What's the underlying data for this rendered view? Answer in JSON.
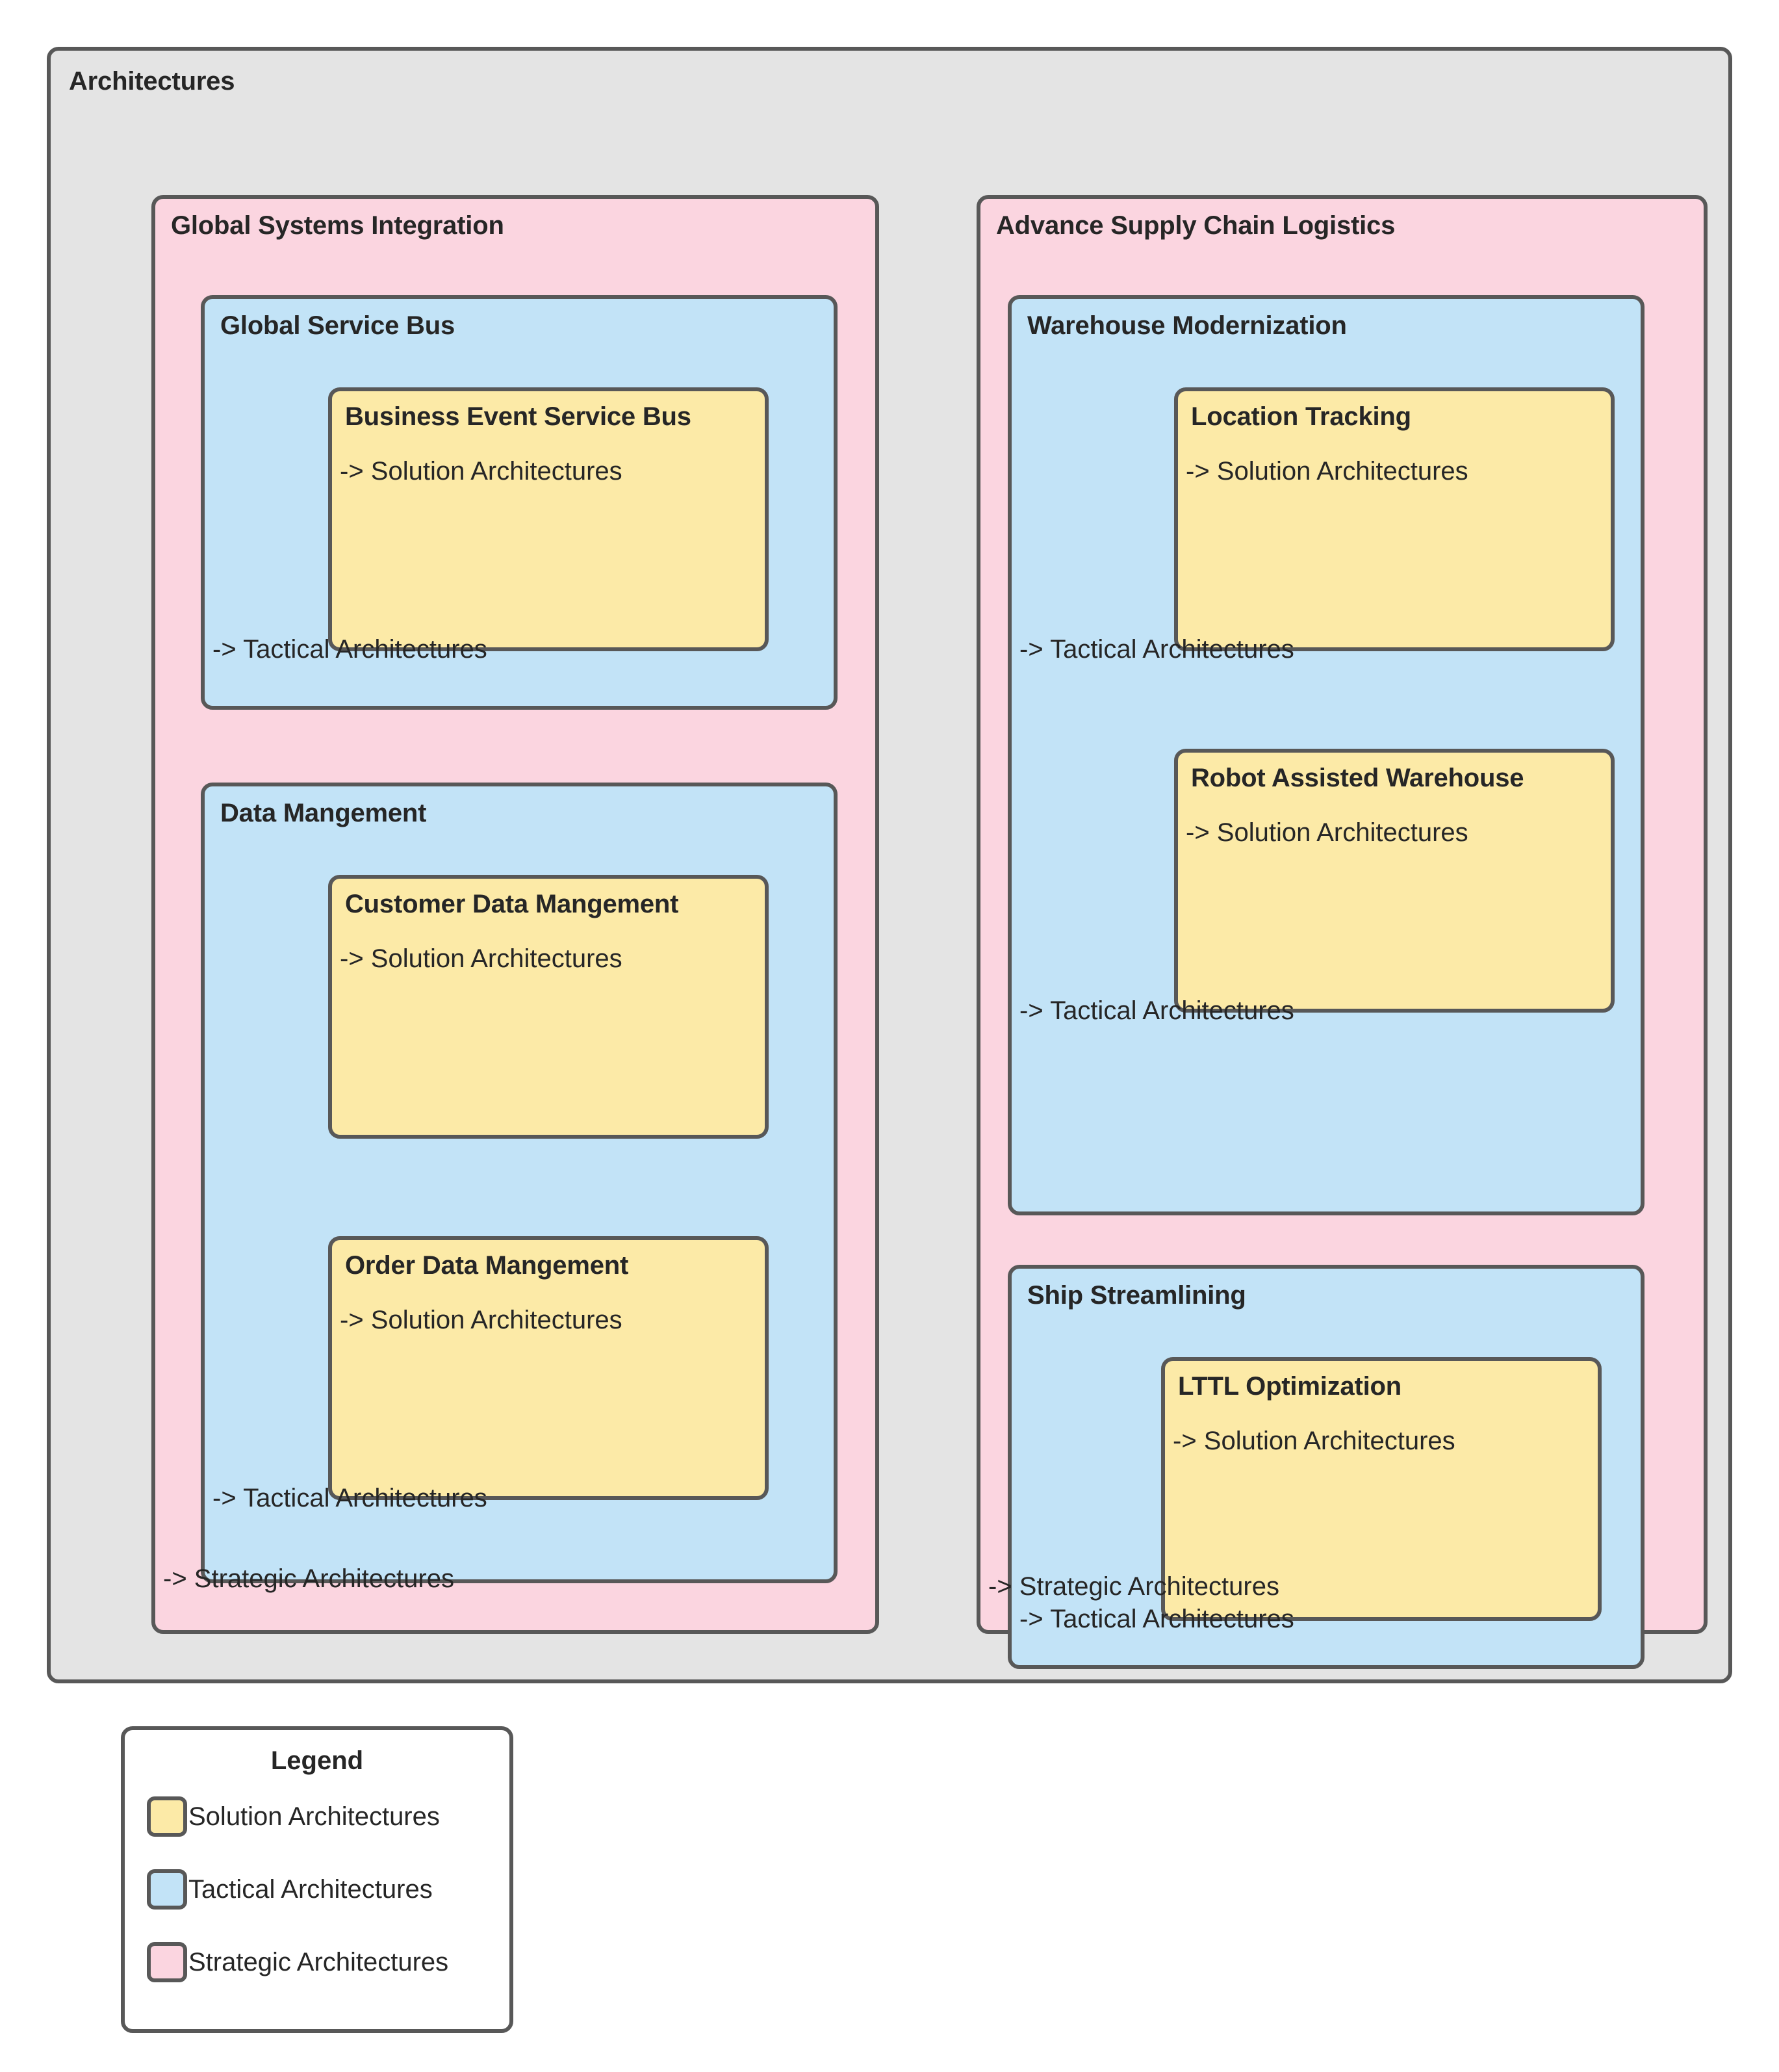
{
  "diagram": {
    "root": {
      "title": "Architectures",
      "fill": "#E4E4E4"
    },
    "relations": {
      "solution": "-> Solution Architectures",
      "tactical": "-> Tactical Architectures",
      "strategic": "-> Strategic Architectures"
    },
    "colors": {
      "solution_fill": "#FCEAA7",
      "tactical_fill": "#C2E3F7",
      "strategic_fill": "#FBD5E0",
      "root_fill": "#E4E4E4",
      "border": "#585858",
      "text": "#262626"
    },
    "strategic_groups": [
      {
        "id": "gsi",
        "title": "Global Systems Integration",
        "relation": "-> Strategic Architectures",
        "tactical_groups": [
          {
            "id": "gsb",
            "title": "Global Service Bus",
            "solutions": [
              {
                "id": "besb",
                "title": "Business Event Service Bus",
                "relation": "-> Solution Architectures"
              }
            ],
            "relations": [
              "-> Tactical Architectures"
            ]
          },
          {
            "id": "dm",
            "title": "Data Mangement",
            "solutions": [
              {
                "id": "cdm",
                "title": "Customer Data Mangement",
                "relation": "-> Solution Architectures"
              },
              {
                "id": "odm",
                "title": "Order Data Mangement",
                "relation": "-> Solution Architectures"
              }
            ],
            "relations": [
              "-> Tactical Architectures"
            ]
          }
        ]
      },
      {
        "id": "ascl",
        "title": "Advance Supply Chain Logistics",
        "relation": "-> Strategic Architectures",
        "tactical_groups": [
          {
            "id": "wm",
            "title": "Warehouse Modernization",
            "solutions": [
              {
                "id": "lt",
                "title": "Location Tracking",
                "relation": "-> Solution Architectures"
              },
              {
                "id": "raw",
                "title": "Robot Assisted Warehouse",
                "relation": "-> Solution Architectures"
              }
            ],
            "relations": [
              "-> Tactical Architectures",
              "-> Tactical Architectures"
            ]
          },
          {
            "id": "ss",
            "title": "Ship Streamlining",
            "solutions": [
              {
                "id": "lttl",
                "title": "LTTL Optimization",
                "relation": "-> Solution Architectures"
              }
            ],
            "relations": [
              "-> Tactical Architectures"
            ]
          }
        ]
      }
    ]
  },
  "legend": {
    "title": "Legend",
    "items": [
      {
        "label": "Solution Architectures",
        "color": "#FCEAA7"
      },
      {
        "label": "Tactical Architectures",
        "color": "#C2E3F7"
      },
      {
        "label": "Strategic Architectures",
        "color": "#FBD5E0"
      }
    ]
  }
}
